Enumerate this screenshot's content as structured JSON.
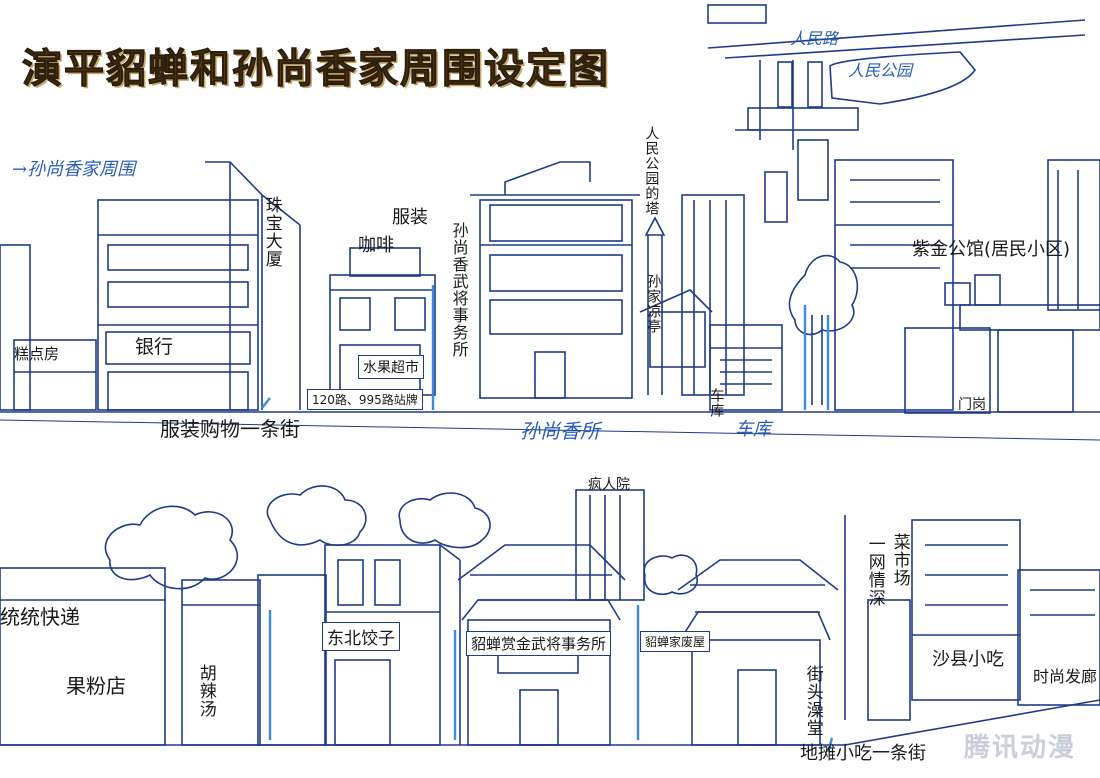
{
  "title": "演平貂蝉和孙尚香家周围设定图",
  "top_scene": {
    "note_left": "→孙尚香家周围",
    "buildings": {
      "cake_shop": "糕点房",
      "bank": "银行",
      "jewelry_tower": "珠宝大厦",
      "clothing": "服装",
      "coffee": "咖啡",
      "fruit_market": "水果超市",
      "bus_stop": "120路、995路站牌",
      "office": "孙尚香武将事务所",
      "park_tower": "人民公园的塔",
      "sun_pavilion": "孙家凉亭",
      "garage": "车库",
      "garage_note": "车库",
      "residence": "紫金公馆(居民小区)",
      "gate": "门岗",
      "sun_note": "孙尚香所"
    },
    "street_label": "服装购物一条街",
    "map": {
      "road": "人民路",
      "park": "人民公园"
    }
  },
  "bottom_scene": {
    "buildings": {
      "courier": "统统快递",
      "rice_noodle": "果粉店",
      "hot_soup": "胡辣汤",
      "dumplings": "东北饺子",
      "asylum": "疯人院",
      "diaochan_office": "貂蝉赏金武将事务所",
      "diaochan_home": "貂蝉家废屋",
      "bathhouse": "街头澡堂",
      "internet_cafe": "一网情深",
      "vegetable_market": "菜市场",
      "shaxian": "沙县小吃",
      "barber": "时尚发廊"
    },
    "street_label": "地摊小吃一条街"
  },
  "watermark": "腾讯动漫",
  "colors": {
    "ink": "#1f3b8a",
    "highlight": "#3d8be0",
    "text": "#1a1a1a",
    "title": "#5a3d1a"
  }
}
